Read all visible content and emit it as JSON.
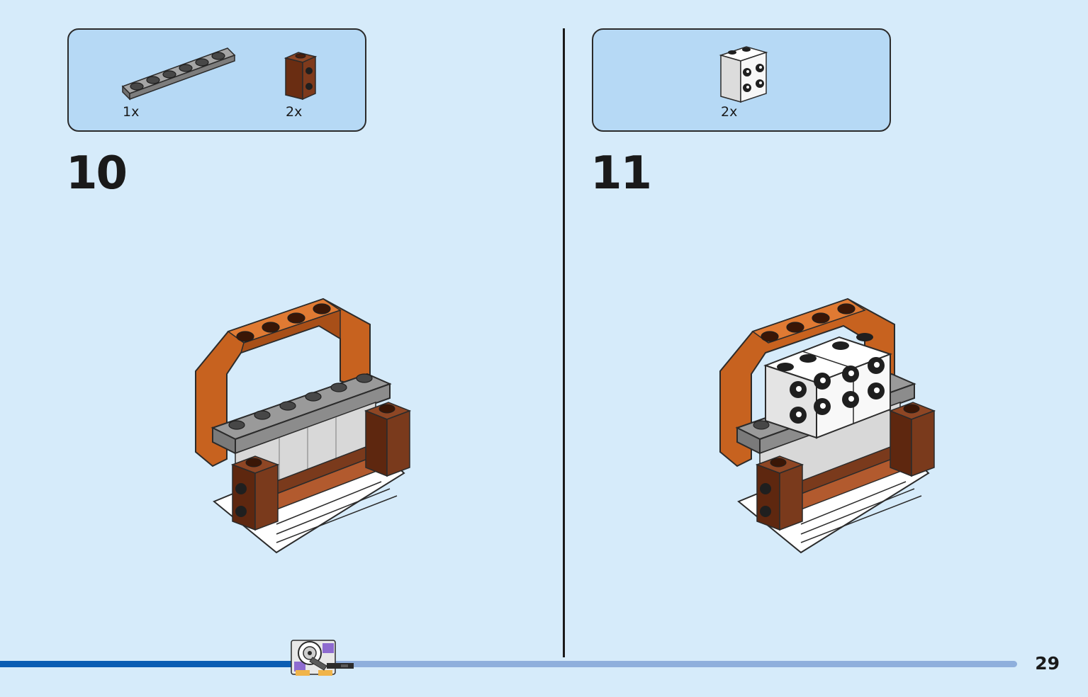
{
  "steps": [
    {
      "number": "10",
      "parts": [
        {
          "name": "plate-1x6-dark-gray",
          "qty": "1x",
          "color": "#8a8a8a"
        },
        {
          "name": "brick-1x1-studs-side-reddish-brown",
          "qty": "2x",
          "color": "#7a3a1e"
        }
      ]
    },
    {
      "number": "11",
      "parts": [
        {
          "name": "brick-2x2-studs-side-white",
          "qty": "2x",
          "color": "#ffffff"
        }
      ]
    }
  ],
  "progress": {
    "fraction": 0.3
  },
  "page": {
    "number": "29"
  },
  "colors": {
    "background": "#d6ebfa",
    "parts_box": "#b6d9f5",
    "progress_fill": "#0a5db3",
    "progress_track": "#8fafdc",
    "orange": "#c7621f",
    "brown": "#6e3218",
    "gray": "#8c8c8c",
    "light_gray": "#d4d4d4"
  }
}
